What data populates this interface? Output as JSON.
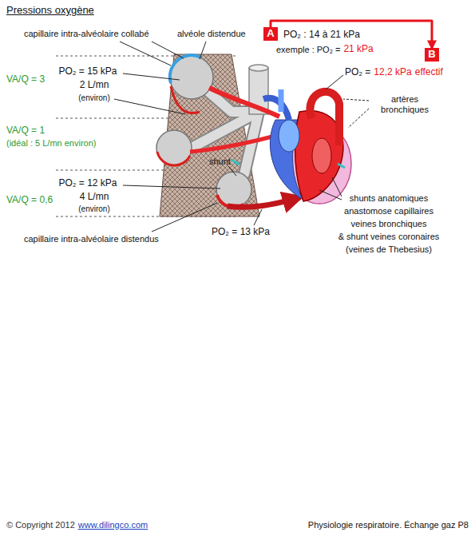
{
  "diagram": {
    "title": "Pressions oxygène",
    "nodes": [
      {
        "text": [
          "A"
        ]
      },
      {
        "text": [
          "B"
        ]
      }
    ],
    "edges": [
      {
        "from": 0,
        "to": 1,
        "arrow": "to"
      }
    ],
    "labels": [
      "capillaire intra-alvéolaire collabé",
      "alvéole distendue",
      "PO₂ : 14 à 21 kPa",
      "exemple : PO₂ =",
      "21 kPa",
      "PO₂ =",
      "12,2 kPa",
      "effectif",
      "artères bronchiques",
      "VA/Q = 3",
      "PO₂ = 15 kPa",
      "2 L/mn",
      "(environ)",
      "VA/Q = 1",
      "(idéal : 5 L/mn environ)",
      "shunt",
      "VA/Q = 0,6",
      "PO₂ = 12 kPa",
      "4 L/mn",
      "(environ)",
      "shunts anatomiques",
      "anastomose capillaires",
      "veines bronchiques",
      "& shunt veines coronaires",
      "(veines de Thebesius)",
      "PO₂ = 13 kPa",
      "capillaire intra-alvéolaire distendus",
      "© Copyright 2012",
      "www.dilingco.com",
      "Physiologie respiratoire. Échange gaz P8"
    ]
  }
}
